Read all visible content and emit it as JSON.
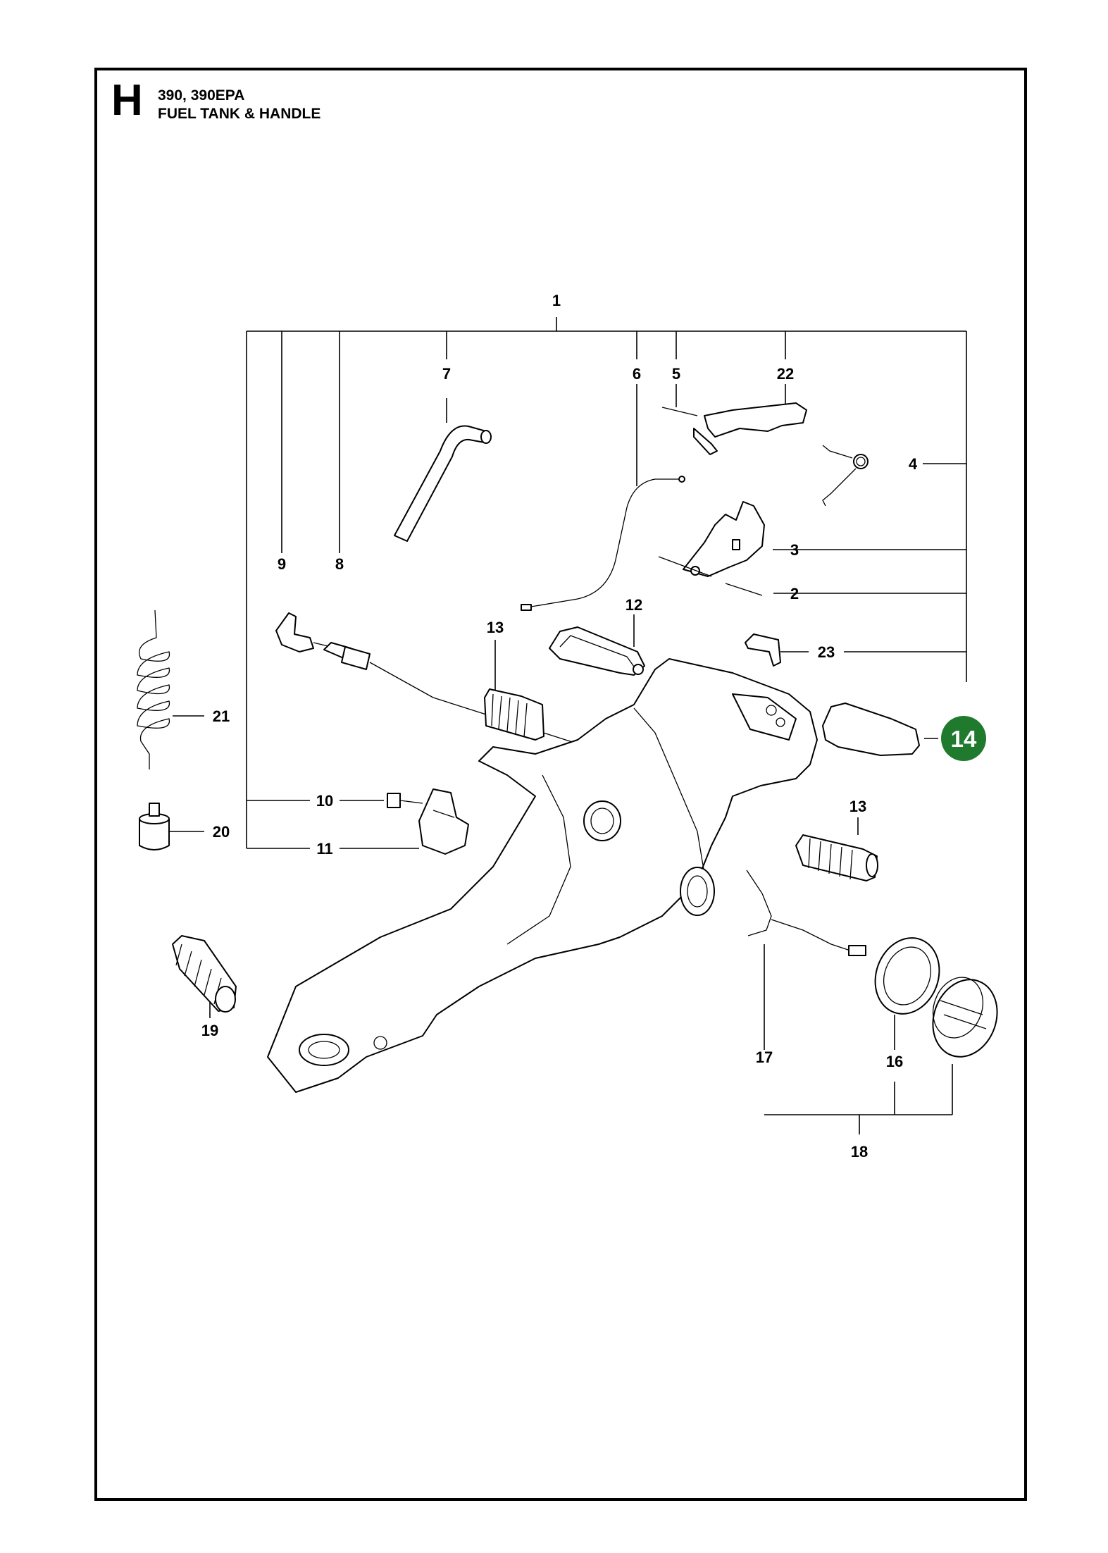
{
  "header": {
    "section_letter": "H",
    "models": "390, 390EPA",
    "title": "FUEL TANK & HANDLE"
  },
  "highlight": {
    "label": "14",
    "color": "#1f7a2e"
  },
  "callouts": {
    "c1": "1",
    "c2": "2",
    "c3": "3",
    "c4": "4",
    "c5": "5",
    "c6": "6",
    "c7": "7",
    "c8": "8",
    "c9": "9",
    "c10": "10",
    "c11": "11",
    "c12": "12",
    "c13a": "13",
    "c13b": "13",
    "c16": "16",
    "c17": "17",
    "c18": "18",
    "c19": "19",
    "c20": "20",
    "c21": "21",
    "c22": "22",
    "c23": "23"
  }
}
